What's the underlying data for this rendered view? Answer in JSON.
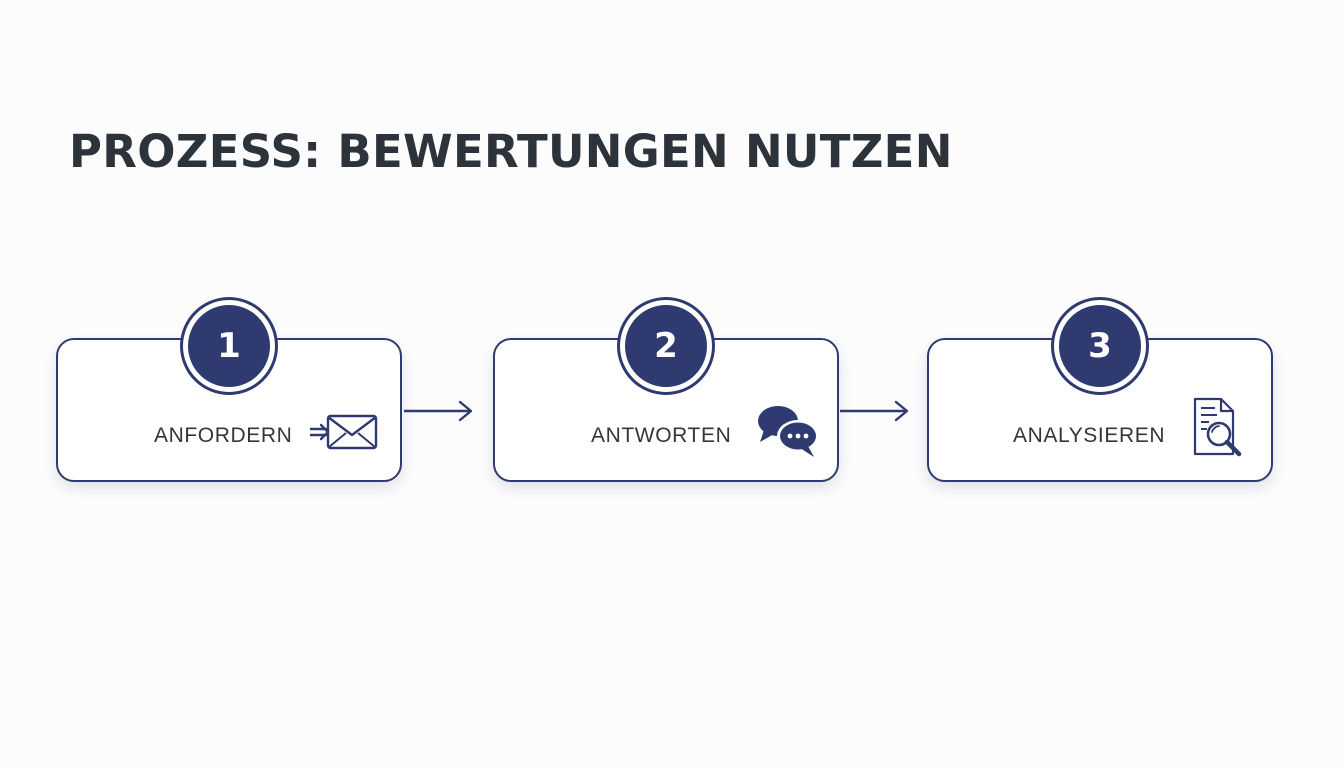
{
  "title": "PROZESS: BEWERTUNGEN NUTZEN",
  "colors": {
    "accent": "#2f3b70",
    "text": "#2d333b",
    "background": "#fcfcfd",
    "card": "#ffffff"
  },
  "steps": [
    {
      "number": "1",
      "label": "ANFORDERN",
      "icon": "envelope-arrow-icon"
    },
    {
      "number": "2",
      "label": "ANTWORTEN",
      "icon": "chat-bubbles-icon"
    },
    {
      "number": "3",
      "label": "ANALYSIEREN",
      "icon": "document-search-icon"
    }
  ]
}
